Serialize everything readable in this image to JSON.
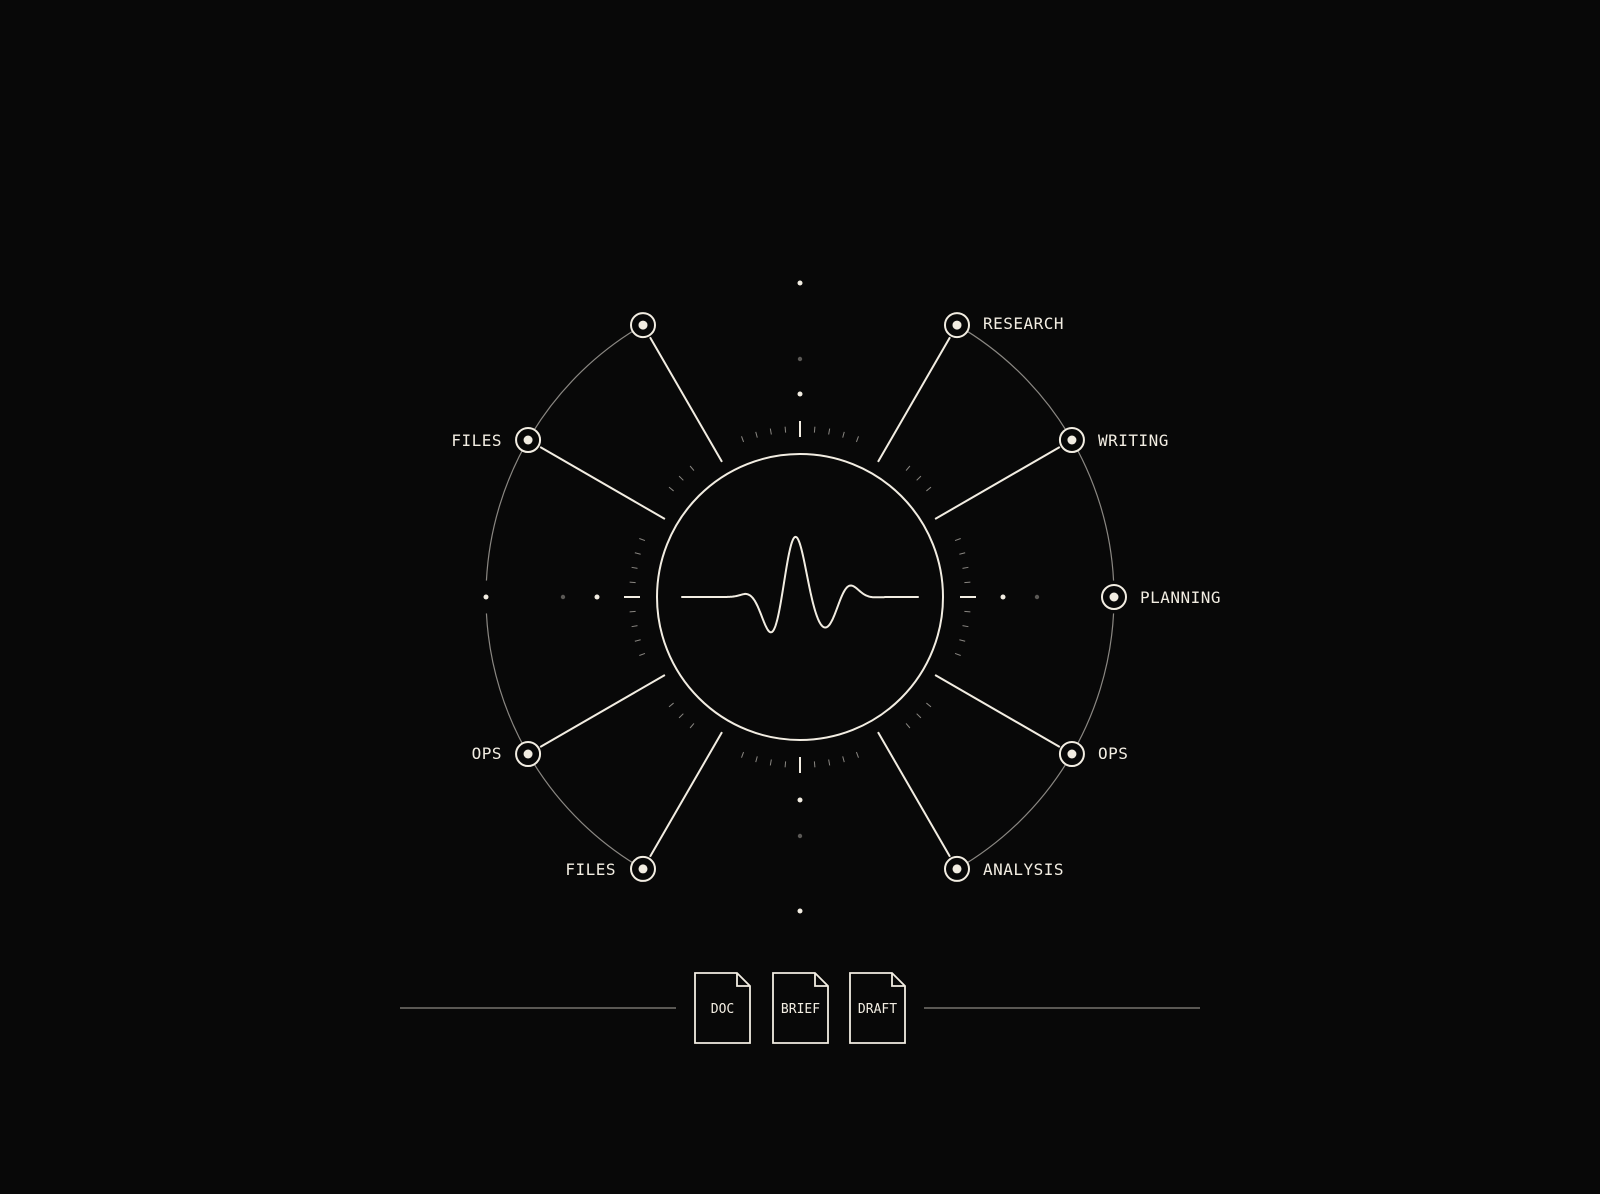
{
  "colors": {
    "background": "#080808",
    "foreground": "#f2ede2",
    "muted": "#8a8782",
    "dim": "#5a5855"
  },
  "center": {
    "icon": "waveform-icon"
  },
  "nodes": [
    {
      "id": "top-left",
      "label": ""
    },
    {
      "id": "upper-left",
      "label": "FILES"
    },
    {
      "id": "lower-left",
      "label": "OPS"
    },
    {
      "id": "bottom-left",
      "label": "FILES"
    },
    {
      "id": "top-right",
      "label": "RESEARCH"
    },
    {
      "id": "upper-right",
      "label": "WRITING"
    },
    {
      "id": "right",
      "label": "PLANNING"
    },
    {
      "id": "lower-right",
      "label": "OPS"
    },
    {
      "id": "bottom-right",
      "label": "ANALYSIS"
    }
  ],
  "documents": [
    {
      "label": "DOC",
      "icon": "document-icon"
    },
    {
      "label": "BRIEF",
      "icon": "document-icon"
    },
    {
      "label": "DRAFT",
      "icon": "document-icon"
    }
  ]
}
